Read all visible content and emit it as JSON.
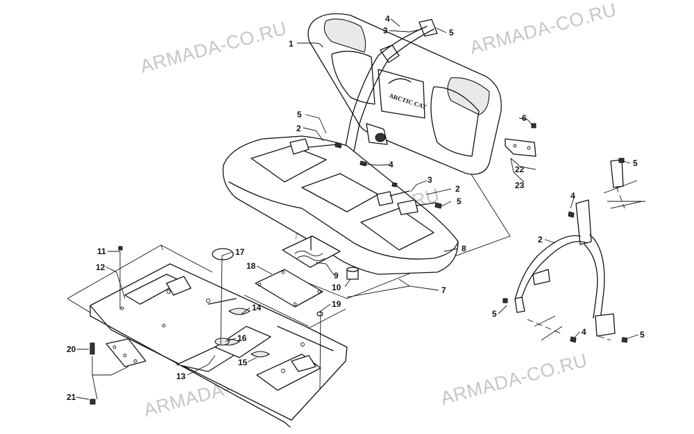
{
  "watermark": {
    "text": "ARMADA-CO.RU"
  },
  "seat_logo_text": "ARCTIC CAT",
  "callouts": {
    "c1": "1",
    "c2a": "2",
    "c2b": "2",
    "c2c": "2",
    "c3a": "3",
    "c3b": "3",
    "c4a": "4",
    "c4b": "4",
    "c4c": "4",
    "c4d": "4",
    "c5a": "5",
    "c5b": "5",
    "c5c": "5",
    "c5d": "5",
    "c5e": "5",
    "c5f": "5",
    "c6": "6",
    "c7": "7",
    "c8": "8",
    "c9": "9",
    "c10": "10",
    "c11": "11",
    "c12": "12",
    "c13": "13",
    "c14": "14",
    "c15": "15",
    "c16": "16",
    "c17": "17",
    "c18": "18",
    "c19": "19",
    "c20": "20",
    "c21": "21",
    "c22": "22",
    "c23": "23"
  }
}
